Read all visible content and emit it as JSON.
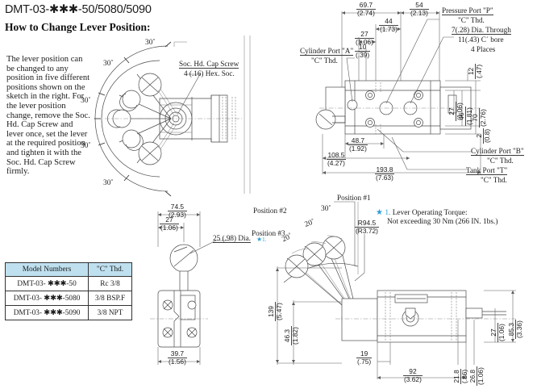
{
  "header": {
    "doc_title": "DMT-03-✱✱✱-50/5080/5090",
    "section_title": "How to Change Lever Position:"
  },
  "lever_note": "The lever position can be changed to any position in five different positions shown on the sketch in the right.  For the lever position change, remove the Soc. Hd. Cap Screw and lever once, set the lever at the required position and tighten it with the Soc. Hd. Cap Screw firmly.",
  "lever_diagram": {
    "angles": [
      "30˚",
      "30˚",
      "30˚",
      "30˚",
      "30˚"
    ],
    "callout_line1": "Soc. Hd. Cap Screw",
    "callout_line2": "4 (.16) Hex. Soc."
  },
  "top_view": {
    "dims": [
      {
        "mm": "69.7",
        "inch": "(2.74)"
      },
      {
        "mm": "54",
        "inch": "(2.13)"
      },
      {
        "mm": "44",
        "inch": "(1.73)"
      },
      {
        "mm": "27",
        "inch": "(1.06)"
      },
      {
        "mm": "10",
        "inch": "(.39)"
      },
      {
        "mm": "48.7",
        "inch": "(1.92)"
      },
      {
        "mm": "108.5",
        "inch": "(4.27)"
      },
      {
        "mm": "193.8",
        "inch": "(7.63)"
      },
      {
        "mm": "12",
        "inch": "(.47)"
      },
      {
        "mm": "27",
        "inch": "(1.06)"
      },
      {
        "mm": "46",
        "inch": "(1.81)"
      },
      {
        "mm": "70",
        "inch": "(2.76)"
      },
      {
        "mm": "2",
        "inch": "(0.8)"
      }
    ],
    "labels": {
      "cyl_a_1": "Cylinder Port \"A\"",
      "cyl_a_2": "\"C\" Thd.",
      "press_p_1": "Pressure Port \"P\"",
      "press_p_2": "\"C\" Thd.",
      "hole_1": "7(.28) Dia. Through",
      "hole_2": "11(.43) Cˊ bore",
      "hole_3": "4 Places",
      "cyl_b_1": "Cylinder Port \"B\"",
      "cyl_b_2": "\"C\" Thd.",
      "tank_t_1": "Tank Port \"T\"",
      "tank_t_2": "\"C\" Thd."
    }
  },
  "side_view": {
    "dims": [
      {
        "mm": "74.5",
        "inch": "(2.93)"
      },
      {
        "mm": "27",
        "inch": "(1.06)"
      },
      {
        "mm": "39.7",
        "inch": "(1.56)"
      }
    ],
    "dia_label": "25 (.98) Dia."
  },
  "front_view": {
    "positions": [
      "Position #1",
      "Position #2",
      "Position #3"
    ],
    "angles": [
      "30˚",
      "20˚",
      "20˚"
    ],
    "radius": {
      "mm": "R94.5",
      "inch": "(R3.72)"
    },
    "dims": [
      {
        "mm": "139",
        "inch": "(5.47)"
      },
      {
        "mm": "46.3",
        "inch": "(1.82)"
      },
      {
        "mm": "19",
        "inch": "(.75)"
      },
      {
        "mm": "92",
        "inch": "(3.62)"
      },
      {
        "mm": "21.8",
        "inch": "(.86)"
      },
      {
        "mm": "26.8",
        "inch": "(1.06)"
      },
      {
        "mm": "27",
        "inch": "(1.06)"
      },
      {
        "mm": "85.3",
        "inch": "(3.36)"
      }
    ]
  },
  "torque_note": {
    "marker": "★",
    "index": "1.",
    "line1": "Lever Operating Torque:",
    "line2": "Not exceeding 30 Nm (266 IN. 1bs.)"
  },
  "model_table": {
    "headers": [
      "Model Numbers",
      "\"C\"  Thd."
    ],
    "rows": [
      [
        "DMT-03- ✱✱✱-50",
        "Rc 3/8"
      ],
      [
        "DMT-03- ✱✱✱-5080",
        "3/8 BSP.F"
      ],
      [
        "DMT-03- ✱✱✱-5090",
        "3/8 NPT"
      ]
    ]
  },
  "colors": {
    "table_header_bg": "#bfe0ef",
    "star": "#2a9fd6",
    "line": "#4a4a4a"
  }
}
